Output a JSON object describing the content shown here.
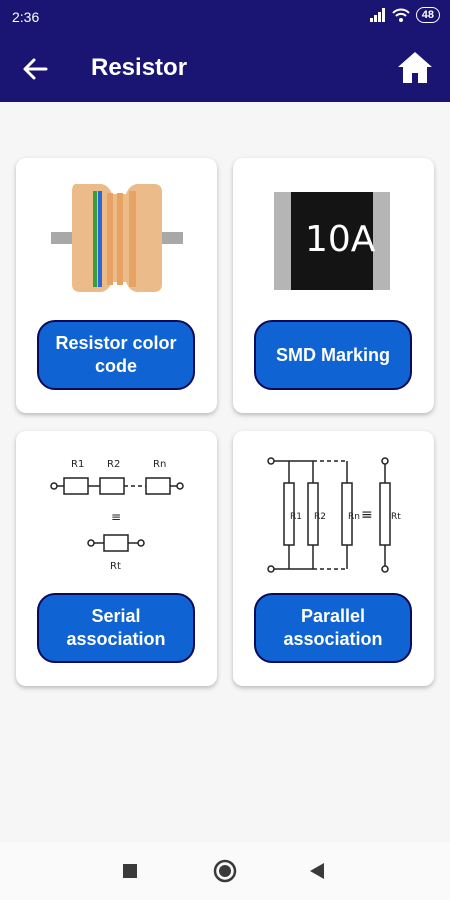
{
  "status_bar": {
    "time": "2:36",
    "battery": "48",
    "icons": [
      "signal-icon",
      "wifi-icon",
      "battery-icon"
    ]
  },
  "app_bar": {
    "title": "Resistor",
    "back_icon": "arrow-left-icon",
    "home_icon": "home-icon"
  },
  "cards": [
    {
      "button_label": "Resistor color code",
      "image": "color-band-resistor"
    },
    {
      "button_label": "SMD Marking",
      "image": "smd-resistor",
      "image_text": "10A"
    },
    {
      "button_label": "Serial association",
      "image": "series-circuit",
      "labels": [
        "R1",
        "R2",
        "Rn",
        "Rt"
      ]
    },
    {
      "button_label": "Parallel association",
      "image": "parallel-circuit",
      "labels": [
        "R1",
        "R2",
        "Rn",
        "Rt"
      ]
    }
  ],
  "nav_bar": {
    "buttons": [
      "recents-square-icon",
      "home-circle-icon",
      "back-triangle-icon"
    ]
  },
  "colors": {
    "app_bar": "#1a1473",
    "button": "#0f63d2",
    "button_border": "#0a0a5a",
    "background": "#f6f6f6"
  }
}
